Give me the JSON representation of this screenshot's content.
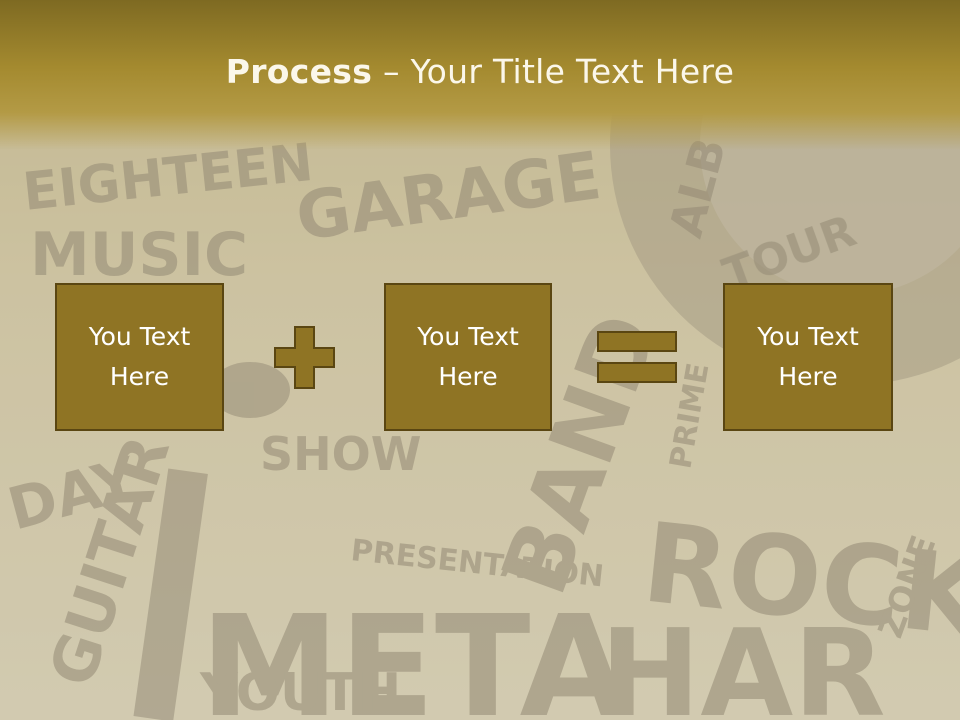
{
  "title": {
    "bold": "Process",
    "dash": " – ",
    "rest": "Your Title Text Here"
  },
  "boxes": [
    {
      "text": "You Text\nHere"
    },
    {
      "text": "You Text\nHere"
    },
    {
      "text": "You Text\nHere"
    }
  ],
  "operators": [
    "plus-icon",
    "equals-icon"
  ],
  "colors": {
    "header": "#a48a2f",
    "box_fill": "#8f7424",
    "box_border": "#5a4612",
    "box_text": "#ffffff",
    "title_text": "#fbf7ea"
  },
  "background": {
    "words": [
      "EIGHTEEN",
      "MUSIC",
      "GARAGE",
      "ROCK",
      "BAND",
      "METAL",
      "GUITAR",
      "DAY",
      "PRESENTATION",
      "SHOW",
      "YOUTH",
      "ZONE",
      "PRIME",
      "HARD",
      "ALBUM",
      "TOUR"
    ]
  }
}
